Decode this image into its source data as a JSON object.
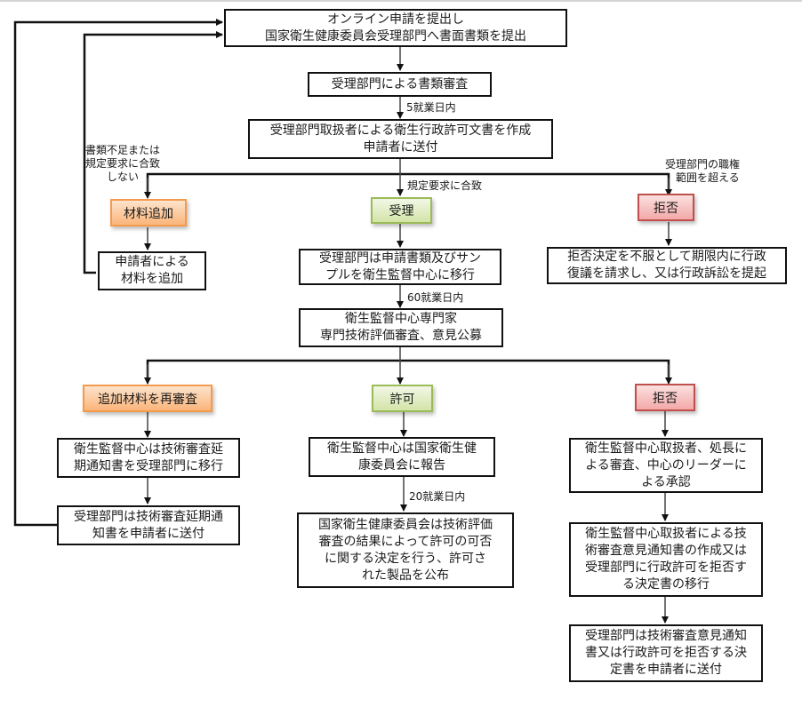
{
  "title": "衛生行政許可手続きフローチャート",
  "boxes": {
    "submit": "オンライン申請を提出し\n国家衛生健康委員会受理部門へ書面書類を提出",
    "doc_review": "受理部門による書類審査",
    "create_doc": "受理部門取扱者による衛生行政許可文書を作成\n申請者に送付",
    "applicant_add": "申請者による\n材料を追加",
    "transfer_center": "受理部門は申請書類及びサン\nプルを衛生監督中心に移行",
    "reject_appeal": "拒否決定を不服として期限内に行政\n復議を請求し、又は行政訴訟を提起",
    "expert_review": "衛生監督中心専門家\n専門技術評価審査、意見公募",
    "delay_notice_transfer": "衛生監督中心は技術審査延\n期通知書を受理部門に移行",
    "delay_notice_send": "受理部門は技術審査延期通\n知書を申請者に送付",
    "report_nhc": "衛生監督中心は国家衛生健\n康委員会に報告",
    "decision_publish": "国家衛生健康委員会は技術評価\n審査の結果によって許可の可否\nに関する決定を行う、許可さ\nれた製品を公布",
    "center_review_approval": "衛生監督中心取扱者、処長に\nよる審査、中心のリーダーに\nよる承認",
    "opinion_notice": "衛生監督中心取扱者による技\n術審査意見通知書の作成又は\n受理部門に行政許可を拒否す\nる決定書の移行",
    "send_refusal": "受理部門は技術審査意見通知\n書又は行政許可を拒否する決\n定書を申請者に送付"
  },
  "tags": {
    "add_material": "材料追加",
    "accept": "受理",
    "reject_1": "拒否",
    "rereview": "追加材料を再審査",
    "permit": "許可",
    "reject_2": "拒否"
  },
  "labels": {
    "days_5": "5就業日内",
    "insufficient": "書類不足または\n規定要求に合致\n　　しない",
    "meets_requirements": "規定要求に合致",
    "beyond_authority": "受理部門の職権\n　範囲を超える",
    "days_60": "60就業日内",
    "days_20": "20就業日内"
  },
  "colors": {
    "orange": "#f39a4c",
    "green": "#9bbb59",
    "red": "#c0504d",
    "line": "#111111"
  }
}
